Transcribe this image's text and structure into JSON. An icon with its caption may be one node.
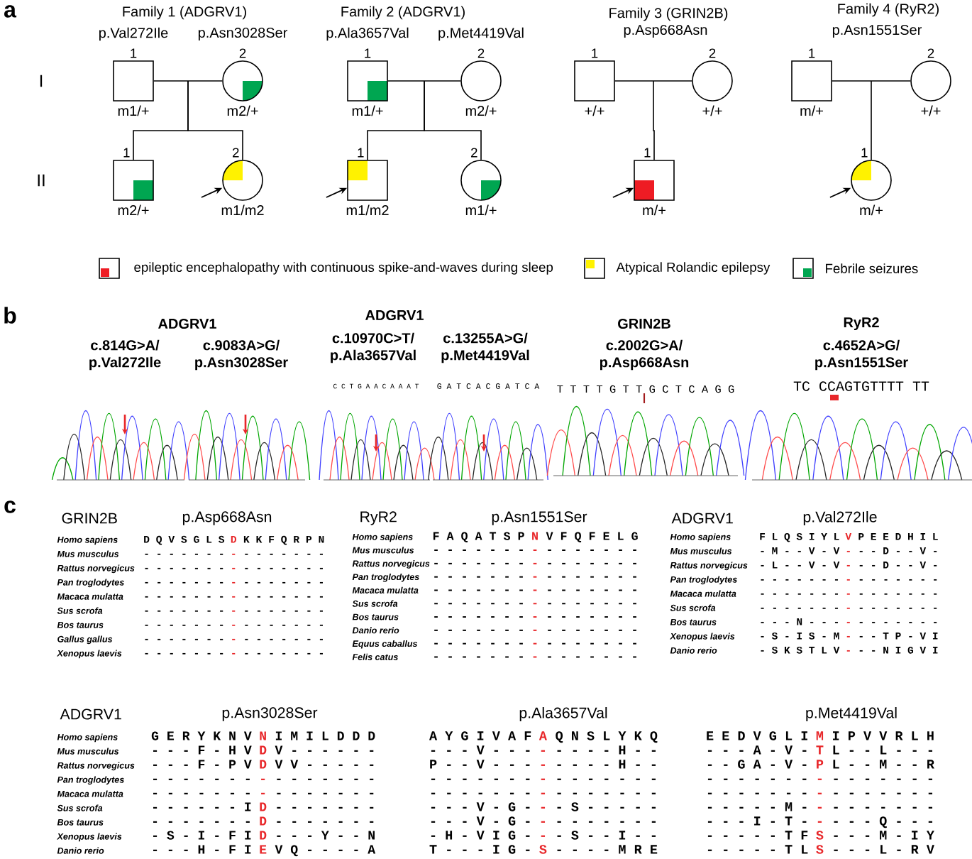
{
  "diagram": {
    "nodes": [
      {
        "text": [
          "1",
          "m1/+"
        ]
      },
      {
        "text": [
          "2",
          "m2/+"
        ]
      },
      {
        "text": [
          "1",
          "m2/+"
        ]
      },
      {
        "text": [
          "2",
          "m1/m2"
        ]
      },
      {
        "text": [
          "1",
          "m1/+"
        ]
      },
      {
        "text": [
          "2",
          "m2/+"
        ]
      },
      {
        "text": [
          "1",
          "m1/m2"
        ]
      },
      {
        "text": [
          "2",
          "m1/+"
        ]
      },
      {
        "text": [
          "1",
          "+/+"
        ]
      },
      {
        "text": [
          "2",
          "+/+"
        ]
      },
      {
        "text": [
          "1",
          "m/+"
        ]
      },
      {
        "text": [
          "1",
          "m/+"
        ]
      },
      {
        "text": [
          "2",
          "+/+"
        ]
      },
      {
        "text": [
          "1",
          "m/+"
        ]
      }
    ],
    "edges": [
      {
        "from": 0,
        "to": 1,
        "arrow": "none"
      },
      {
        "from": 0,
        "to": 2,
        "arrow": "none"
      },
      {
        "from": 1,
        "to": 2,
        "arrow": "none"
      },
      {
        "from": 0,
        "to": 3,
        "arrow": "none"
      },
      {
        "from": 1,
        "to": 3,
        "arrow": "none"
      },
      {
        "from": 4,
        "to": 5,
        "arrow": "none"
      },
      {
        "from": 4,
        "to": 6,
        "arrow": "none"
      },
      {
        "from": 5,
        "to": 6,
        "arrow": "none"
      },
      {
        "from": 4,
        "to": 7,
        "arrow": "none"
      },
      {
        "from": 5,
        "to": 7,
        "arrow": "none"
      },
      {
        "from": 8,
        "to": 9,
        "arrow": "none"
      },
      {
        "from": 8,
        "to": 10,
        "arrow": "none"
      },
      {
        "from": 9,
        "to": 10,
        "arrow": "none"
      },
      {
        "from": 11,
        "to": 12,
        "arrow": "none"
      },
      {
        "from": 11,
        "to": 13,
        "arrow": "none"
      },
      {
        "from": 12,
        "to": 13,
        "arrow": "none"
      },
      {
        "from": null,
        "to": 3,
        "arrow": "to"
      },
      {
        "from": null,
        "to": 6,
        "arrow": "to"
      },
      {
        "from": null,
        "to": 10,
        "arrow": "to"
      },
      {
        "from": null,
        "to": 13,
        "arrow": "to"
      }
    ],
    "labels": [
      "a",
      "Family 1 (ADGRV1)",
      "Family 2 (ADGRV1)",
      "Family 3 (GRIN2B)",
      "Family 4 (RyR2)",
      "p.Val272Ile",
      "p.Asn3028Ser",
      "p.Ala3657Val",
      "p.Met4419Val",
      "p.Asp668Asn",
      "p.Asn1551Ser",
      "I",
      "II",
      "b",
      "ADGRV1",
      "c.814G>A/ p.Val272Ile",
      "c.9083A>G/ p.Asn3028Ser",
      "ADGRV1",
      "c.10970C>T/ p.Ala3657Val",
      "c.13255A>G/ p.Met4419Val",
      "GRIN2B",
      "c.2002G>A/ p.Asp668Asn",
      "RyR2",
      "c.4652A>G/ p.Asn1551Ser",
      "C C T G A A C A A A T",
      "G A T C A C G A T C A",
      "T T T T G T T G C T C A G G",
      "TC CCAGTGTTTT TT",
      "c",
      "GRIN2B",
      "p.Asp668Asn",
      "Homo sapiens",
      "D Q V S G L S",
      "D",
      "K K F Q R P N",
      "Mus musculus",
      "- - - - - - -",
      "-",
      "- - - - - - -",
      "Rattus norvegicus",
      "- - - - - - -",
      "-",
      "- - - - - - -",
      "Pan troglodytes",
      "- - - - - - -",
      "-",
      "- - - - - - -",
      "Macaca mulatta",
      "- - - - - - -",
      "-",
      "- - - - - - -",
      "Sus scrofa",
      "- - - - - - -",
      "-",
      "- - - - - - -",
      "Bos taurus",
      "- - - - - - -",
      "-",
      "- - - - - - -",
      "Gallus gallus",
      "- - - - - - -",
      "-",
      "- - - - - - -",
      "Xenopus laevis",
      "- - - - - - -",
      "-",
      "- - - - - - -",
      "RyR2",
      "p.Asn1551Ser",
      "Homo sapiens",
      "F A Q A T S P",
      "N",
      "V F Q F E L G",
      "Mus musculus",
      "- - - - - - -",
      "-",
      "- - - - - - -",
      "Rattus norvegicus",
      "- - - - - - -",
      "-",
      "- - - - - - -",
      "Pan troglodytes",
      "- - - - - - -",
      "-",
      "- - - - - - -",
      "Macaca mulatta",
      "- - - - - - -",
      "-",
      "- - - - - - -",
      "Sus scrofa",
      "- - - - - - -",
      "-",
      "- - - - - - -",
      "Bos taurus",
      "- - - - - - -",
      "-",
      "- - - - - - -",
      "Danio rerio",
      "- - - - - - -",
      "-",
      "- - - - - - -",
      "Equus caballus",
      "- - - - - - -",
      "-",
      "- - - - - - -",
      "Felis catus",
      "- - - - - - -",
      "-",
      "- - - - - - -",
      "ADGRV1",
      "p.Val272Ile",
      "Homo sapiens",
      "F L Q S I Y L",
      "V",
      "P E E D H I L",
      "Mus musculus",
      "- M - - V - V",
      "-",
      "- - D - - V -",
      "Rattus norvegicus",
      "- L - - V - V",
      "-",
      "- - D - - V -",
      "Pan troglodytes",
      "- - - - - - -",
      "-",
      "- - - - - - -",
      "Macaca mulatta",
      "- - - - - - -",
      "-",
      "- - - - - - -",
      "Sus scrofa",
      "- - - - - - -",
      "-",
      "- - - - - - -",
      "Bos taurus",
      "- - - N - - -",
      "-",
      "- - - - - - -",
      "Xenopus laevis",
      "- S - I S - M",
      "-",
      "- - T P - V I",
      "Danio rerio",
      "- S K S T L V",
      "-",
      "- - N I G V I",
      "ADGRV1",
      "p.Asn3028Ser",
      "Homo sapiens",
      "G E R Y K N V",
      "N",
      "I M I L D D D",
      "Mus musculus",
      "- - - F - H V",
      "D",
      "V - - - - - -",
      "Rattus norvegicus",
      "- - - F - P V",
      "D",
      "V V - - - - -",
      "Pan troglodytes",
      "- - - - - - -",
      "-",
      "- - - - - - -",
      "Macaca mulatta",
      "- - - - - - -",
      "-",
      "- - - - - - -",
      "Sus scrofa",
      "- - - - - - I",
      "D",
      "- - - - - - -",
      "Bos taurus",
      "- - - - - - -",
      "D",
      "- - - - - - -",
      "Xenopus laevis",
      "- S - I - F I",
      "D",
      "- - - Y - - N",
      "Danio rerio",
      "- - - H - F I",
      "E",
      "V Q - - - - A",
      "p.Ala3657Val",
      "A Y G I V A F",
      "A",
      "Q N S L Y K Q",
      "- - - V - - -",
      "-",
      "- - - - H - -",
      "P - - V - - -",
      "-",
      "- - - - H - -",
      "- - - - - - -",
      "-",
      "- - - - - - -",
      "- - - - - - -",
      "-",
      "- - - - - - -",
      "- - - V - G -",
      "-",
      "- S - - - - -",
      "- - - V - G -",
      "-",
      "- - - - - - -",
      "- H - V I G -",
      "-",
      "- S - - I - -",
      "T - - - I G -",
      "S",
      "- - - - M R E",
      "p.Met4419Val",
      "E E D V G L I",
      "M",
      "I P V V R L H",
      "- - - A - V -",
      "T",
      "L - - L - - -",
      "- - G A - V -",
      "P",
      "L - - M - - R",
      "- - - - - - -",
      "-",
      "- - - - - - -",
      "- - - - - - -",
      "-",
      "- - - - - - -",
      "- - - - - M -",
      "-",
      "- - - - - - -",
      "- - - I - T -",
      "-",
      "- - - Q - - -",
      "- - - - - T F",
      "S",
      "- - - M - I Y",
      "- - - - - T L",
      "S",
      "- - - L - R V"
    ],
    "legend": [
      {
        "text": "epileptic encephalopathy with continuous spike-and-waves during sleep",
        "color": "#ee1c24"
      },
      {
        "text": "Atypical Rolandic epilepsy",
        "color": "#fff200"
      },
      {
        "text": "Febrile seizures",
        "color": "#00a651"
      }
    ]
  }
}
